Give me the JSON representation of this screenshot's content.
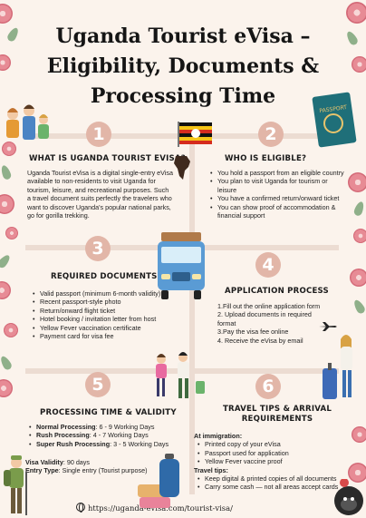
{
  "title": "Uganda Tourist eVisa – Eligibility, Documents & Processing Time",
  "sections": [
    {
      "number": "1",
      "heading": "What is Uganda Tourist eVisa?",
      "body": "Uganda Tourist eVisa is a digital single-entry eVisa available to non-residents to visit Uganda for tourism, leisure, and recreational purposes. Such a travel document suits perfectly the travelers who want to discover Uganda's popular national parks, go for gorilla trekking."
    },
    {
      "number": "2",
      "heading": "Who is eligible?",
      "items": [
        "You hold a passport from an eligible country",
        "You plan to visit Uganda for tourism or leisure",
        "You have a confirmed return/onward ticket",
        "You can show proof of accommodation & financial support"
      ]
    },
    {
      "number": "3",
      "heading": "Required Documents",
      "items": [
        "Valid passport (minimum 6-month validity)",
        "Recent passport-style photo",
        "Return/onward flight ticket",
        "Hotel booking / invitation letter from host",
        "Yellow Fever vaccination certificate",
        "Payment card for visa fee"
      ]
    },
    {
      "number": "4",
      "heading": "Application Process",
      "items": [
        "1.Fill out the online application form",
        "2. Upload documents in required format",
        "3.Pay the visa fee online",
        "4. Receive the eVisa by email"
      ]
    },
    {
      "number": "5",
      "heading": "Processing Time & Validity",
      "items": [
        {
          "label": "Normal Processing",
          "value": ": 6 - 9 Working Days"
        },
        {
          "label": "Rush Processing",
          "value": ": 4 - 7 Working Days"
        },
        {
          "label": "Super Rush Processing",
          "value": ": 3 - 5 Working Days"
        }
      ],
      "validity_label": "Visa Validity",
      "validity_value": ": 90 days",
      "entry_label": "Entry Type",
      "entry_value": ": Single entry (Tourist purpose)"
    },
    {
      "number": "6",
      "heading": "Travel Tips & Arrival Requirements",
      "immigration_label": "At immigration:",
      "immigration_items": [
        "Printed copy of your eVisa",
        "Passport used for application",
        "Yellow Fever vaccine proof"
      ],
      "tips_label": "Travel tips:",
      "tips_items": [
        "Keep digital & printed copies of all documents",
        "Carry some cash — not all areas accept cards"
      ]
    }
  ],
  "footer": {
    "url": "https://uganda-evisa.com/tourist-visa/",
    "icon": "globe-icon"
  },
  "passport_label": "PASSPORT",
  "colors": {
    "background": "#fbf3ec",
    "number_circle": "#e2b6a8",
    "path": "#ecdcd2",
    "flowers": "#e78b95"
  }
}
